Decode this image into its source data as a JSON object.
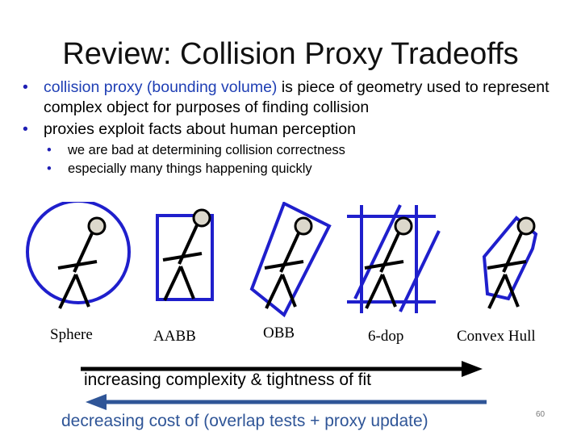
{
  "slide": {
    "title": "Review: Collision Proxy Tradeoffs",
    "bullet1": {
      "bullet": "•",
      "highlight_start": "collision proxy (",
      "highlight_term": "bounding volume",
      "highlight_end": ")",
      "rest": " is piece of geometry used to represent complex object for purposes of finding collision"
    },
    "bullet2": {
      "bullet": "•",
      "text": "proxies exploit facts about human perception"
    },
    "sub1": {
      "bullet": "•",
      "text": "we are bad at determining collision correctness"
    },
    "sub2": {
      "bullet": "•",
      "text": "especially many things happening quickly"
    },
    "labels": {
      "sphere": "Sphere",
      "aabb": "AABB",
      "obb": "OBB",
      "kdop": "6-dop",
      "hull": "Convex Hull"
    },
    "arrow_forward_caption": "increasing complexity & tightness of fit",
    "arrow_backward_caption": "decreasing cost of (overlap tests + proxy update)",
    "page_number": "60"
  },
  "colors": {
    "proxy_blue": "#1f1fcc",
    "bullet_blue": "#1f3fb4",
    "arrow_black": "#000000",
    "arrow_blue": "#2f5597",
    "figure_head_fill": "#dcd8cc"
  },
  "icons": [
    "stick-figure-icon",
    "bullet-dot-icon",
    "arrow-right-icon",
    "arrow-left-icon"
  ]
}
